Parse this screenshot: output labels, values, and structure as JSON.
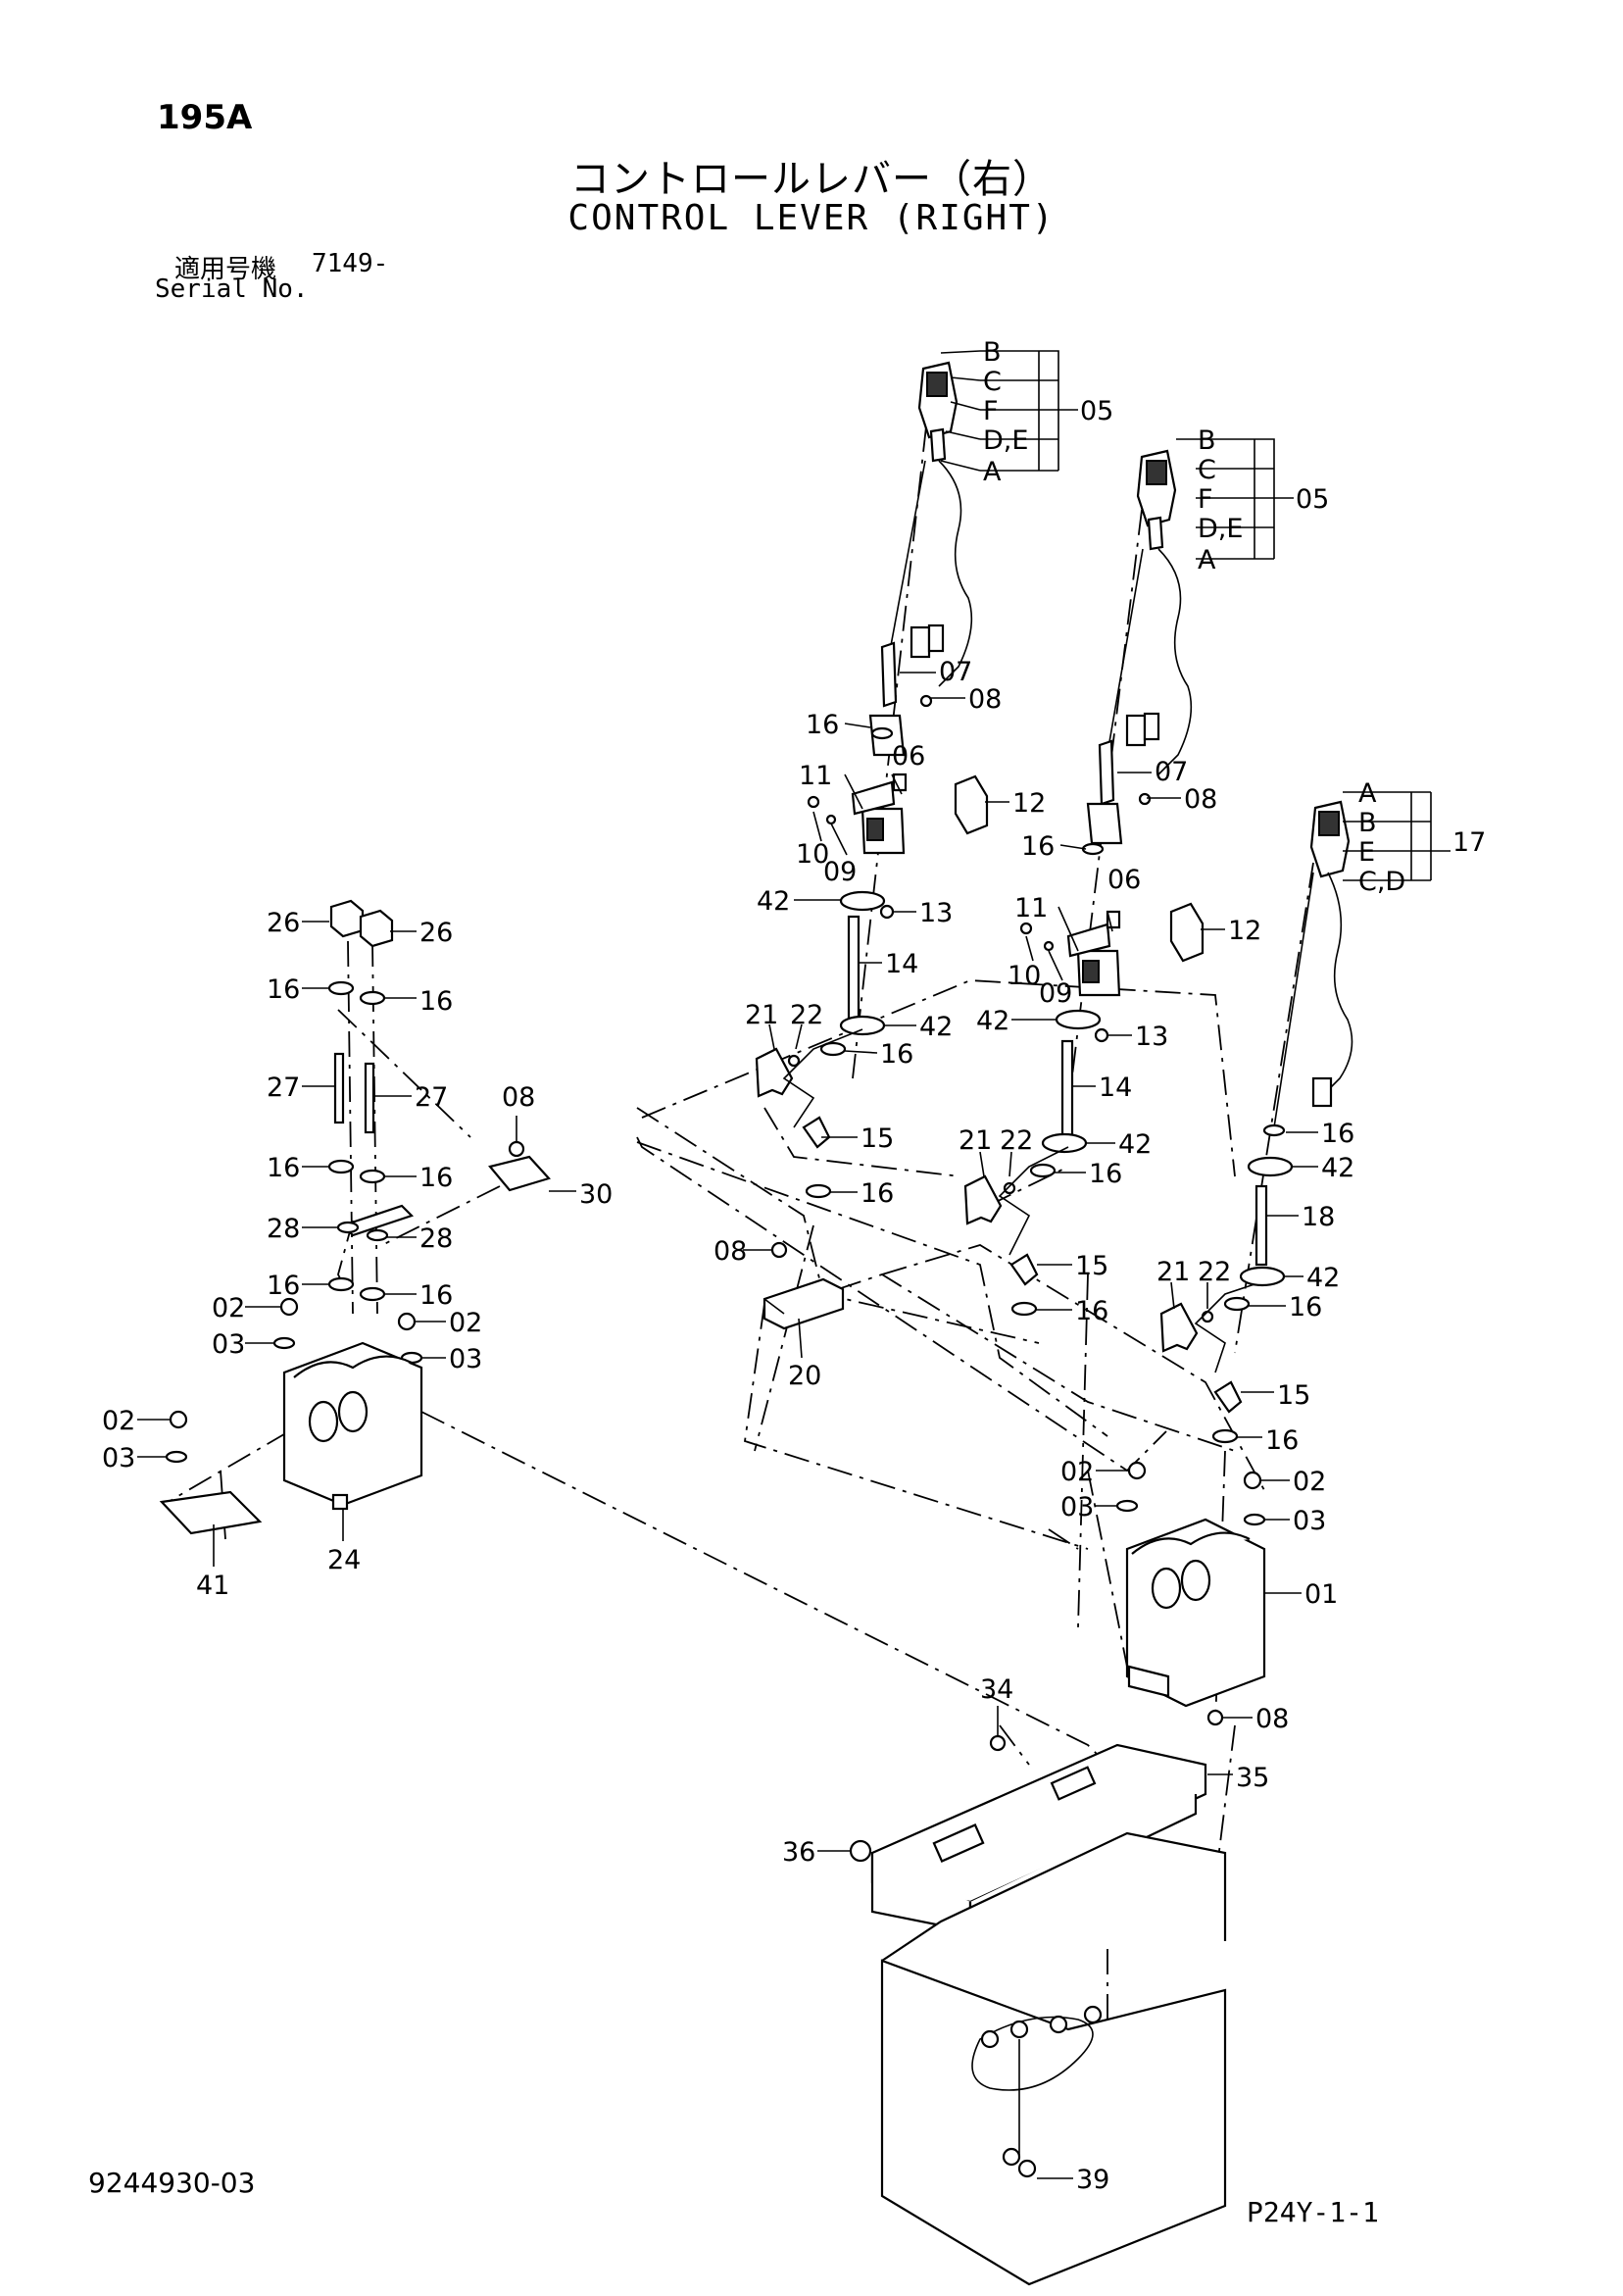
{
  "header": {
    "page_number": "195A",
    "title_jp": "コントロールレバー（右）",
    "title_en": "CONTROL LEVER (RIGHT)",
    "serial_label_jp": "適用号機",
    "serial_value": "7149-",
    "serial_label_en": "Serial No."
  },
  "footer": {
    "drawing_number": "9244930-03",
    "sheet_number": "P24Y-1-1"
  },
  "callouts": {
    "grip1": {
      "B": "B",
      "C": "C",
      "F": "F",
      "DE": "D,E",
      "A": "A",
      "part": "05"
    },
    "grip2": {
      "B": "B",
      "C": "C",
      "F": "F",
      "DE": "D,E",
      "A": "A",
      "part": "05"
    },
    "grip3": {
      "A": "A",
      "B": "B",
      "E": "E",
      "CD": "C,D",
      "part": "17"
    },
    "labels": [
      "07",
      "08",
      "16",
      "06",
      "11",
      "12",
      "10",
      "09",
      "42",
      "13",
      "14",
      "21",
      "22",
      "42",
      "16",
      "15",
      "16",
      "07",
      "08",
      "16",
      "06",
      "11",
      "12",
      "10",
      "09",
      "42",
      "13",
      "14",
      "21",
      "22",
      "42",
      "16",
      "15",
      "16",
      "16",
      "42",
      "18",
      "21",
      "22",
      "42",
      "16",
      "15",
      "16",
      "26",
      "26",
      "16",
      "16",
      "27",
      "27",
      "16",
      "16",
      "28",
      "28",
      "16",
      "16",
      "02",
      "02",
      "03",
      "03",
      "08",
      "30",
      "02",
      "03",
      "41",
      "24",
      "08",
      "20",
      "02",
      "02",
      "03",
      "03",
      "01",
      "34",
      "08",
      "35",
      "36",
      "39"
    ]
  }
}
